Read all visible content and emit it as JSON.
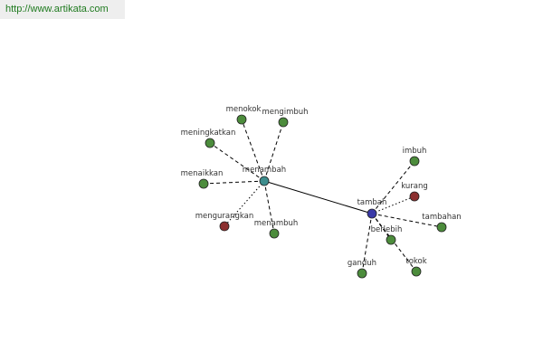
{
  "source_url": "http://www.artikata.com",
  "colors": {
    "hub_main": "#3e8e8e",
    "hub_secondary": "#3a3aa8",
    "synonym": "#4c8c3c",
    "antonym": "#8c3030",
    "edge": "#000000"
  },
  "graph": {
    "nodes": [
      {
        "id": "menambah",
        "label": "menambah",
        "kind": "hub_main"
      },
      {
        "id": "tambah",
        "label": "tambah",
        "kind": "hub_secondary"
      },
      {
        "id": "menokok",
        "label": "menokok",
        "kind": "synonym"
      },
      {
        "id": "mengimbuh",
        "label": "mengimbuh",
        "kind": "synonym"
      },
      {
        "id": "meningkatkan",
        "label": "meningkatkan",
        "kind": "synonym"
      },
      {
        "id": "menaikkan",
        "label": "menaikkan",
        "kind": "synonym"
      },
      {
        "id": "mengurangkan",
        "label": "mengurangkan",
        "kind": "antonym"
      },
      {
        "id": "menambuh",
        "label": "menambuh",
        "kind": "synonym"
      },
      {
        "id": "imbuh",
        "label": "imbuh",
        "kind": "synonym"
      },
      {
        "id": "kurang",
        "label": "kurang",
        "kind": "antonym"
      },
      {
        "id": "tambahan",
        "label": "tambahan",
        "kind": "synonym"
      },
      {
        "id": "berlebih",
        "label": "berlebih",
        "kind": "synonym"
      },
      {
        "id": "tokok",
        "label": "tokok",
        "kind": "synonym"
      },
      {
        "id": "ganduh",
        "label": "ganduh",
        "kind": "synonym"
      }
    ],
    "edges": [
      {
        "from": "menambah",
        "to": "tambah",
        "style": "solid"
      },
      {
        "from": "menambah",
        "to": "menokok",
        "style": "dashed"
      },
      {
        "from": "menambah",
        "to": "mengimbuh",
        "style": "dashed"
      },
      {
        "from": "menambah",
        "to": "meningkatkan",
        "style": "dashed"
      },
      {
        "from": "menambah",
        "to": "menaikkan",
        "style": "dashed"
      },
      {
        "from": "menambah",
        "to": "mengurangkan",
        "style": "dotted"
      },
      {
        "from": "menambah",
        "to": "menambuh",
        "style": "dashed"
      },
      {
        "from": "tambah",
        "to": "imbuh",
        "style": "dashed"
      },
      {
        "from": "tambah",
        "to": "kurang",
        "style": "dotted"
      },
      {
        "from": "tambah",
        "to": "tambahan",
        "style": "dashed"
      },
      {
        "from": "tambah",
        "to": "berlebih",
        "style": "dashed"
      },
      {
        "from": "tambah",
        "to": "tokok",
        "style": "dashed"
      },
      {
        "from": "tambah",
        "to": "ganduh",
        "style": "dashed"
      }
    ]
  }
}
